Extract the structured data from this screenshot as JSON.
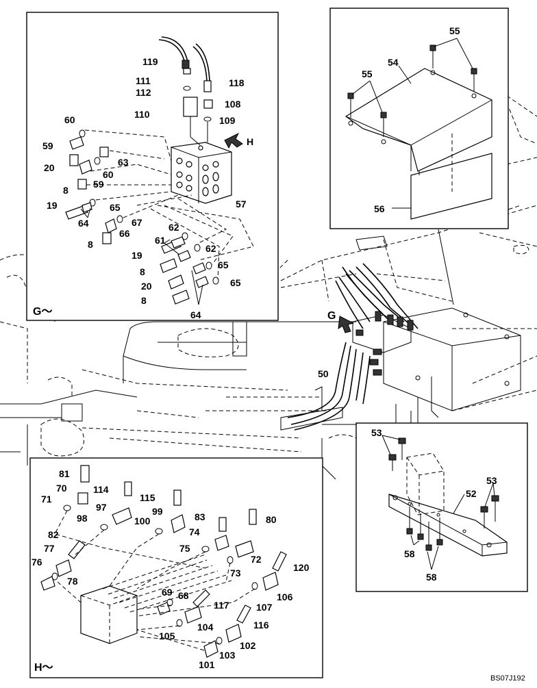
{
  "figure": {
    "code": "BS07J192",
    "view_g": "G",
    "view_h": "H",
    "detail_g_title": "G～",
    "detail_h_title": "H～"
  },
  "labels_g": [
    "119",
    "111",
    "112",
    "110",
    "118",
    "108",
    "109",
    "60",
    "59",
    "20",
    "60",
    "63",
    "59",
    "8",
    "19",
    "65",
    "64",
    "67",
    "66",
    "8",
    "62",
    "61",
    "19",
    "62",
    "8",
    "65",
    "20",
    "65",
    "8",
    "64",
    "57",
    "H"
  ],
  "labels_top": [
    "55",
    "54",
    "55",
    "56"
  ],
  "labels_main": [
    "G",
    "50"
  ],
  "labels_br": [
    "53",
    "52",
    "53",
    "58",
    "58"
  ],
  "labels_h": [
    "81",
    "70",
    "114",
    "115",
    "71",
    "97",
    "98",
    "99",
    "100",
    "83",
    "80",
    "74",
    "82",
    "75",
    "72",
    "77",
    "73",
    "76",
    "78",
    "120",
    "106",
    "69",
    "68",
    "117",
    "107",
    "104",
    "116",
    "105",
    "102",
    "103",
    "101"
  ]
}
